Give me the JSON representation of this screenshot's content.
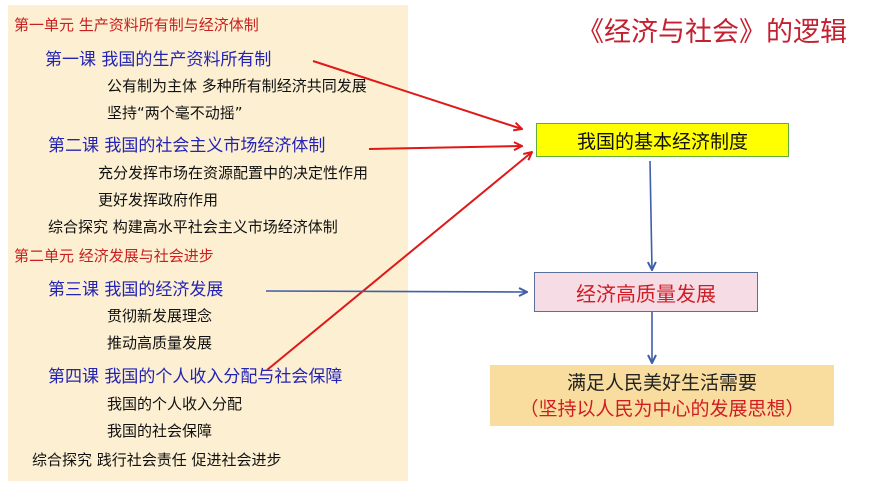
{
  "title": "《经济与社会》的逻辑",
  "outline": {
    "units": [
      {
        "label": "第一单元  生产资料所有制与经济体制",
        "lessons": [
          {
            "label": "第一课  我国的生产资料所有制",
            "topics": [
              "公有制为主体  多种所有制经济共同发展",
              "坚持“两个毫不动摇”"
            ]
          },
          {
            "label": "第二课  我国的社会主义市场经济体制",
            "topics": [
              "充分发挥市场在资源配置中的决定性作用",
              "更好发挥政府作用"
            ]
          }
        ],
        "inquiry": "综合探究  构建高水平社会主义市场经济体制"
      },
      {
        "label": "第二单元  经济发展与社会进步",
        "lessons": [
          {
            "label": "第三课  我国的经济发展",
            "topics": [
              "贯彻新发展理念",
              "推动高质量发展"
            ]
          },
          {
            "label": "第四课  我国的个人收入分配与社会保障",
            "topics": [
              "我国的个人收入分配",
              "我国的社会保障"
            ]
          }
        ],
        "inquiry": "综合探究  践行社会责任  促进社会进步"
      }
    ]
  },
  "flow": {
    "box1": "我国的基本经济制度",
    "box2": "经济高质量发展",
    "box3": {
      "line1": "满足人民美好生活需要",
      "line2": "（坚持以人民为中心的发展思想）"
    }
  },
  "colors": {
    "unit_red": "#c8201e",
    "lesson_blue": "#2424b4",
    "arrow_red": "#e01818",
    "arrow_blue": "#3f5fa8",
    "panel_bg": "#fcefd2",
    "box1_bg": "#ffff00",
    "box2_bg": "#f6dce4",
    "box3_bg": "#f9dd9e"
  },
  "connections": [
    {
      "from": "第一课",
      "to": "我国的基本经济制度",
      "color": "red"
    },
    {
      "from": "第二课",
      "to": "我国的基本经济制度",
      "color": "red"
    },
    {
      "from": "第四课",
      "to": "我国的基本经济制度",
      "color": "red"
    },
    {
      "from": "第三课",
      "to": "经济高质量发展",
      "color": "blue"
    },
    {
      "from": "我国的基本经济制度",
      "to": "经济高质量发展",
      "color": "blue"
    },
    {
      "from": "经济高质量发展",
      "to": "满足人民美好生活需要",
      "color": "blue"
    }
  ]
}
